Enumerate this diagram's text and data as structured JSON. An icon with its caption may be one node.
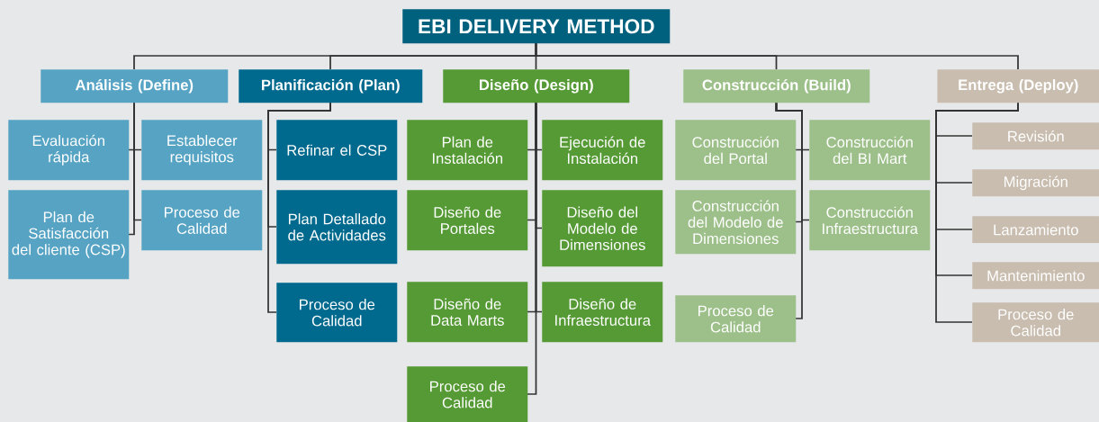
{
  "diagram": {
    "nodes": [
      {
        "text": [
          "EBI DELIVERY METHOD"
        ]
      },
      {
        "text": [
          "Análisis (Define)"
        ]
      },
      {
        "text": [
          "Planificación (Plan)"
        ]
      },
      {
        "text": [
          "Diseño (Design)"
        ]
      },
      {
        "text": [
          "Construcción (Build)"
        ]
      },
      {
        "text": [
          "Entrega (Deploy)"
        ]
      },
      {
        "text": [
          "Evaluación rápida"
        ]
      },
      {
        "text": [
          "Establecer requisitos"
        ]
      },
      {
        "text": [
          "Plan de Satisfacción del cliente (CSP)"
        ]
      },
      {
        "text": [
          "Proceso de Calidad"
        ]
      },
      {
        "text": [
          "Refinar el CSP"
        ]
      },
      {
        "text": [
          "Plan Detallado de Actividades"
        ]
      },
      {
        "text": [
          "Proceso de Calidad"
        ]
      },
      {
        "text": [
          "Plan de Instalación"
        ]
      },
      {
        "text": [
          "Ejecución de Instalación"
        ]
      },
      {
        "text": [
          "Diseño de Portales"
        ]
      },
      {
        "text": [
          "Diseño del Modelo de Dimensiones"
        ]
      },
      {
        "text": [
          "Diseño de Data Marts"
        ]
      },
      {
        "text": [
          "Diseño de Infraestructura"
        ]
      },
      {
        "text": [
          "Proceso de Calidad"
        ]
      },
      {
        "text": [
          "Construcción del Portal"
        ]
      },
      {
        "text": [
          "Construcción del BI Mart"
        ]
      },
      {
        "text": [
          "Construcción del Modelo de Dimensiones"
        ]
      },
      {
        "text": [
          "Construcción Infraestructura"
        ]
      },
      {
        "text": [
          "Proceso de Calidad"
        ]
      },
      {
        "text": [
          "Revisión"
        ]
      },
      {
        "text": [
          "Migración"
        ]
      },
      {
        "text": [
          "Lanzamiento"
        ]
      },
      {
        "text": [
          "Mantenimiento"
        ]
      },
      {
        "text": [
          "Proceso de Calidad"
        ]
      }
    ],
    "edges": [
      {
        "from": 0,
        "to": 1,
        "arrow": "none"
      },
      {
        "from": 0,
        "to": 2,
        "arrow": "none"
      },
      {
        "from": 0,
        "to": 3,
        "arrow": "none"
      },
      {
        "from": 0,
        "to": 4,
        "arrow": "none"
      },
      {
        "from": 0,
        "to": 5,
        "arrow": "none"
      },
      {
        "from": 1,
        "to": 6,
        "arrow": "none"
      },
      {
        "from": 1,
        "to": 7,
        "arrow": "none"
      },
      {
        "from": 1,
        "to": 8,
        "arrow": "none"
      },
      {
        "from": 1,
        "to": 9,
        "arrow": "none"
      },
      {
        "from": 2,
        "to": 10,
        "arrow": "none"
      },
      {
        "from": 2,
        "to": 11,
        "arrow": "none"
      },
      {
        "from": 2,
        "to": 12,
        "arrow": "none"
      },
      {
        "from": 3,
        "to": 13,
        "arrow": "none"
      },
      {
        "from": 3,
        "to": 14,
        "arrow": "none"
      },
      {
        "from": 3,
        "to": 15,
        "arrow": "none"
      },
      {
        "from": 3,
        "to": 16,
        "arrow": "none"
      },
      {
        "from": 3,
        "to": 17,
        "arrow": "none"
      },
      {
        "from": 3,
        "to": 18,
        "arrow": "none"
      },
      {
        "from": 3,
        "to": 19,
        "arrow": "none"
      },
      {
        "from": 4,
        "to": 20,
        "arrow": "none"
      },
      {
        "from": 4,
        "to": 21,
        "arrow": "none"
      },
      {
        "from": 4,
        "to": 22,
        "arrow": "none"
      },
      {
        "from": 4,
        "to": 23,
        "arrow": "none"
      },
      {
        "from": 4,
        "to": 24,
        "arrow": "none"
      },
      {
        "from": 5,
        "to": 25,
        "arrow": "none"
      },
      {
        "from": 5,
        "to": 26,
        "arrow": "none"
      },
      {
        "from": 5,
        "to": 27,
        "arrow": "none"
      },
      {
        "from": 5,
        "to": 28,
        "arrow": "none"
      },
      {
        "from": 5,
        "to": 29,
        "arrow": "none"
      }
    ]
  }
}
